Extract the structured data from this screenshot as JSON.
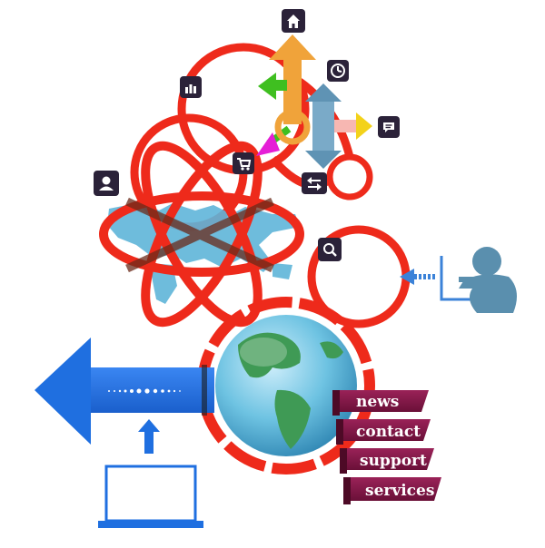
{
  "menu": {
    "items": [
      {
        "label": "news"
      },
      {
        "label": "contact"
      },
      {
        "label": "support"
      },
      {
        "label": "services"
      }
    ]
  },
  "icons": {
    "home": "home-icon",
    "clock": "clock-icon",
    "chart": "bar-chart-icon",
    "chat": "chat-icon",
    "cart": "shopping-cart-icon",
    "user": "user-icon",
    "transfer": "transfer-icon",
    "search": "search-icon"
  },
  "colors": {
    "red": "#ee2a1b",
    "blue": "#1f6fe0",
    "orange": "#f0a33a",
    "steel": "#5f93b4",
    "yellow": "#f3d21a",
    "green": "#3fbf20",
    "magenta": "#e51ed6",
    "plum": "#7a1740",
    "ocean": "#3fa0c6",
    "land": "#3f9a55",
    "person": "#5a8fae",
    "icon_bg": "#2b2239"
  }
}
